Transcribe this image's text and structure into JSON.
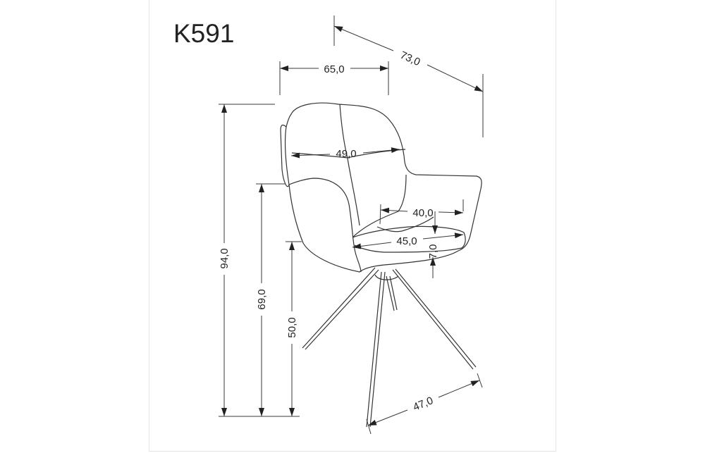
{
  "title": "K591",
  "dimensions": {
    "overall_width": "65,0",
    "overall_depth": "73,0",
    "back_width": "49,0",
    "seat_depth": "40,0",
    "seat_width": "45,0",
    "cushion_thickness": "7,0",
    "overall_height": "94,0",
    "armrest_height": "69,0",
    "seat_height": "50,0",
    "base_width": "47,0"
  },
  "colors": {
    "line": "#333333",
    "background": "#ffffff"
  }
}
